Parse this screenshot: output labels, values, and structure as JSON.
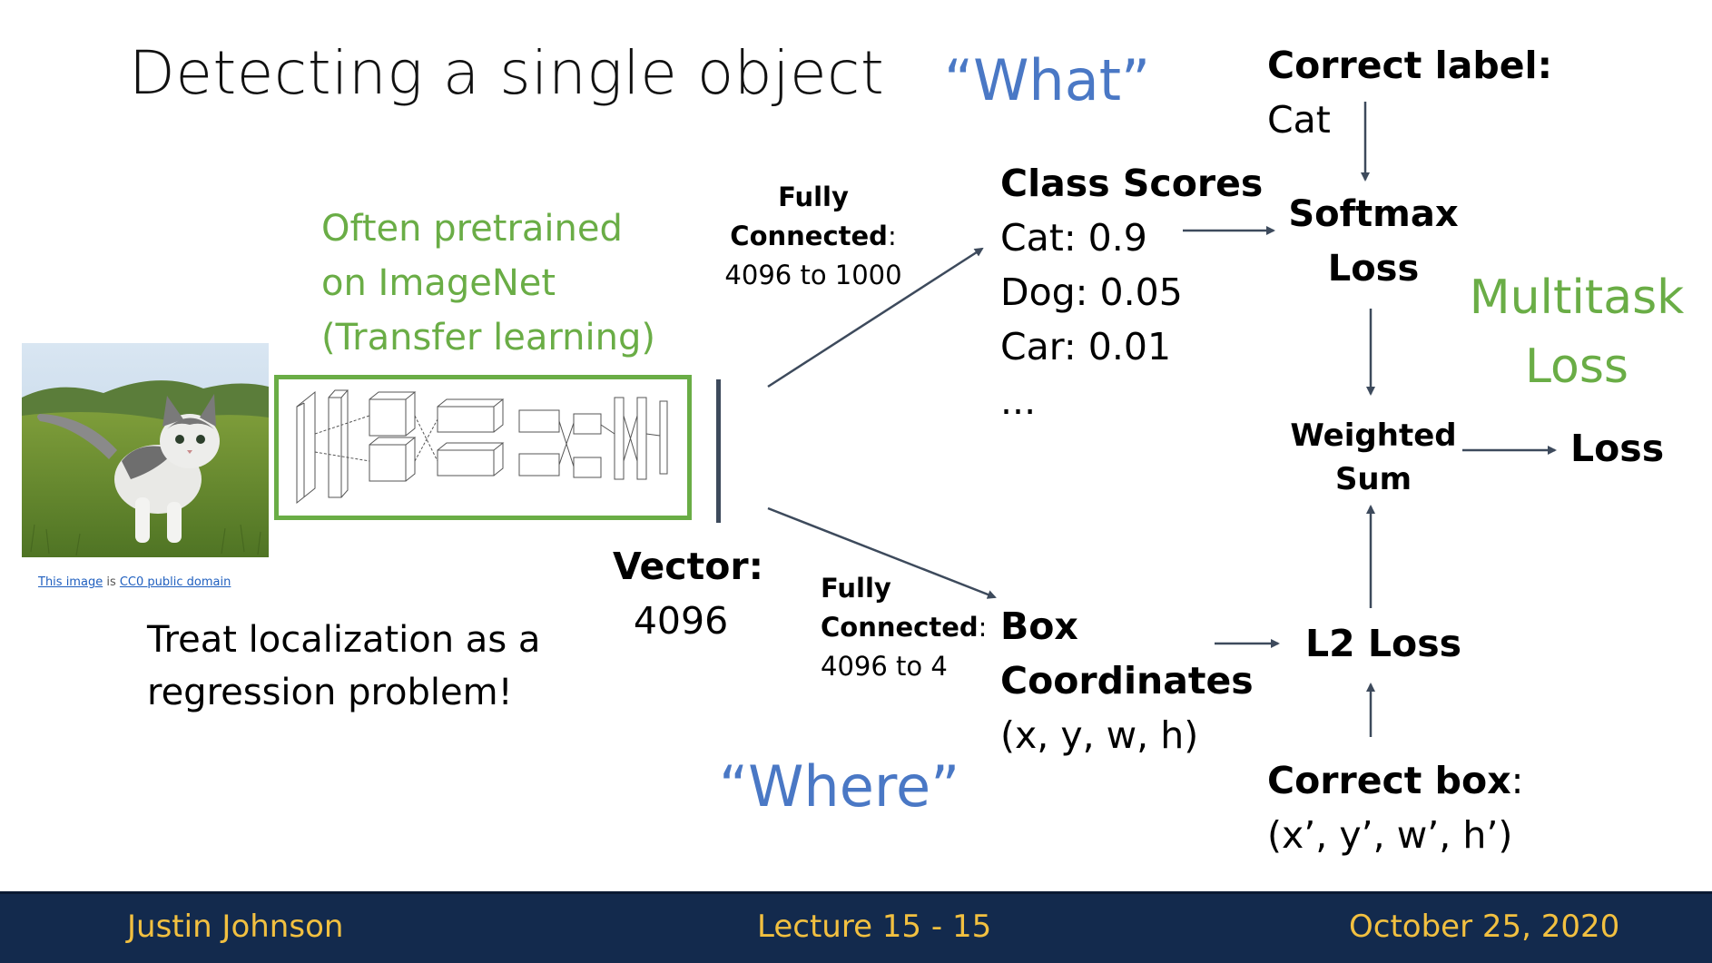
{
  "slide": {
    "title": "Detecting a single object",
    "what_label": "“What”",
    "where_label": "“Where”",
    "pretrained_note": "Often pretrained\non ImageNet\n(Transfer learning)",
    "multitask_line1": "Multitask",
    "multitask_line2": "Loss",
    "fc_top_bold1": "Fully",
    "fc_top_bold2": "Connected",
    "fc_top_colon": ":",
    "fc_top_size": "4096 to 1000",
    "fc_bottom_bold1": "Fully",
    "fc_bottom_bold2": "Connected",
    "fc_bottom_colon": ":",
    "fc_bottom_size": "4096 to 4",
    "class_scores_title": "Class Scores",
    "class_scores": [
      "Cat: 0.9",
      "Dog: 0.05",
      "Car: 0.01",
      "..."
    ],
    "box_title_line1": "Box",
    "box_title_line2": "Coordinates",
    "box_vars": "(x, y, w, h)",
    "correct_label_title": "Correct label:",
    "correct_label_value": "Cat",
    "softmax_line1": "Softmax",
    "softmax_line2": "Loss",
    "weighted_line1": "Weighted",
    "weighted_line2": "Sum",
    "loss": "Loss",
    "l2_loss": "L2 Loss",
    "correct_box_title": "Correct box",
    "correct_box_colon": ":",
    "correct_box_value": "(x’, y’, w’, h’)",
    "vector_label": "Vector:",
    "vector_value": "4096",
    "treat_note": "Treat localization as a\nregression problem!",
    "credit_link1": "This image",
    "credit_mid": " is ",
    "credit_link2": "CC0 public domain"
  },
  "footer": {
    "author": "Justin Johnson",
    "lecture": "Lecture 15 - 15",
    "date": "October 25, 2020"
  },
  "colors": {
    "accent_blue": "#4a78c5",
    "accent_green": "#6aad46",
    "footer_bg": "#132a4d",
    "footer_text": "#f2c040",
    "arrow": "#3d4a5c"
  }
}
